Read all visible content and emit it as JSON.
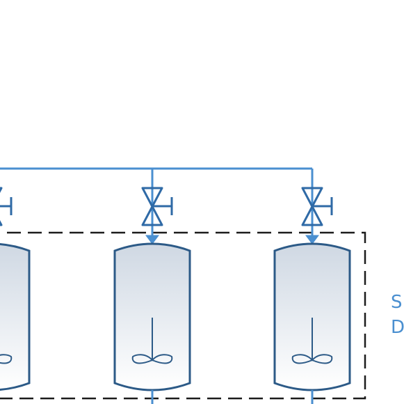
{
  "colors": {
    "pipe": "#4a8fd0",
    "valve": "#2f6aa6",
    "vessel_outline": "#2c5a87",
    "vessel_fill_top": "#cfd8e3",
    "vessel_fill_bottom": "#ffffff",
    "boundary": "#1c1c1c",
    "label": "#4a8fd0"
  },
  "side_label": {
    "line1": "S",
    "line2": "D"
  },
  "vessels": [
    {
      "id": "vessel-1",
      "has_agitator": true,
      "has_valve": true
    },
    {
      "id": "vessel-2",
      "has_agitator": true,
      "has_valve": true
    },
    {
      "id": "vessel-3",
      "has_agitator": true,
      "has_valve": true
    }
  ],
  "boundary_style": "dashed"
}
